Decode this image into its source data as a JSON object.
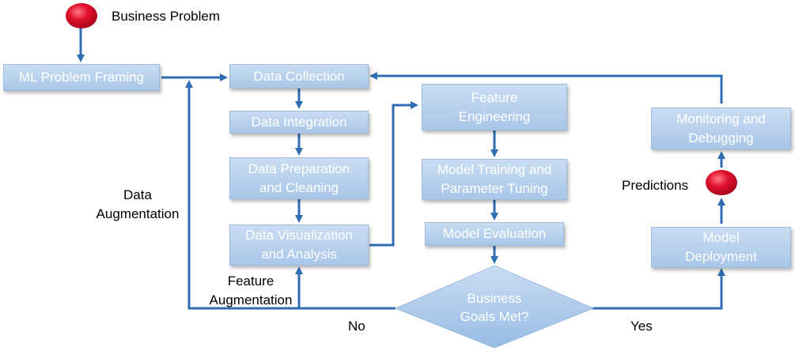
{
  "start_label": "Business Problem",
  "nodes": {
    "ml_framing": "ML Problem Framing",
    "data_collection": "Data Collection",
    "data_integration": "Data Integration",
    "data_preparation": "Data Preparation\nand Cleaning",
    "data_visualization": "Data Visualization\nand Analysis",
    "feature_engineering": "Feature\nEngineering",
    "model_training": "Model Training and\nParameter Tuning",
    "model_evaluation": "Model Evaluation",
    "business_goals": "Business\nGoals Met?",
    "model_deployment": "Model\nDeployment",
    "monitoring": "Monitoring and\nDebugging"
  },
  "labels": {
    "data_augmentation": "Data\nAugmentation",
    "feature_augmentation": "Feature\nAugmentation",
    "no": "No",
    "yes": "Yes",
    "predictions": "Predictions"
  },
  "colors": {
    "arrow": "#2e6db4",
    "box_top": "#c9ddf2",
    "box_bottom": "#a9c6e8",
    "terminal": "#e0102a"
  }
}
